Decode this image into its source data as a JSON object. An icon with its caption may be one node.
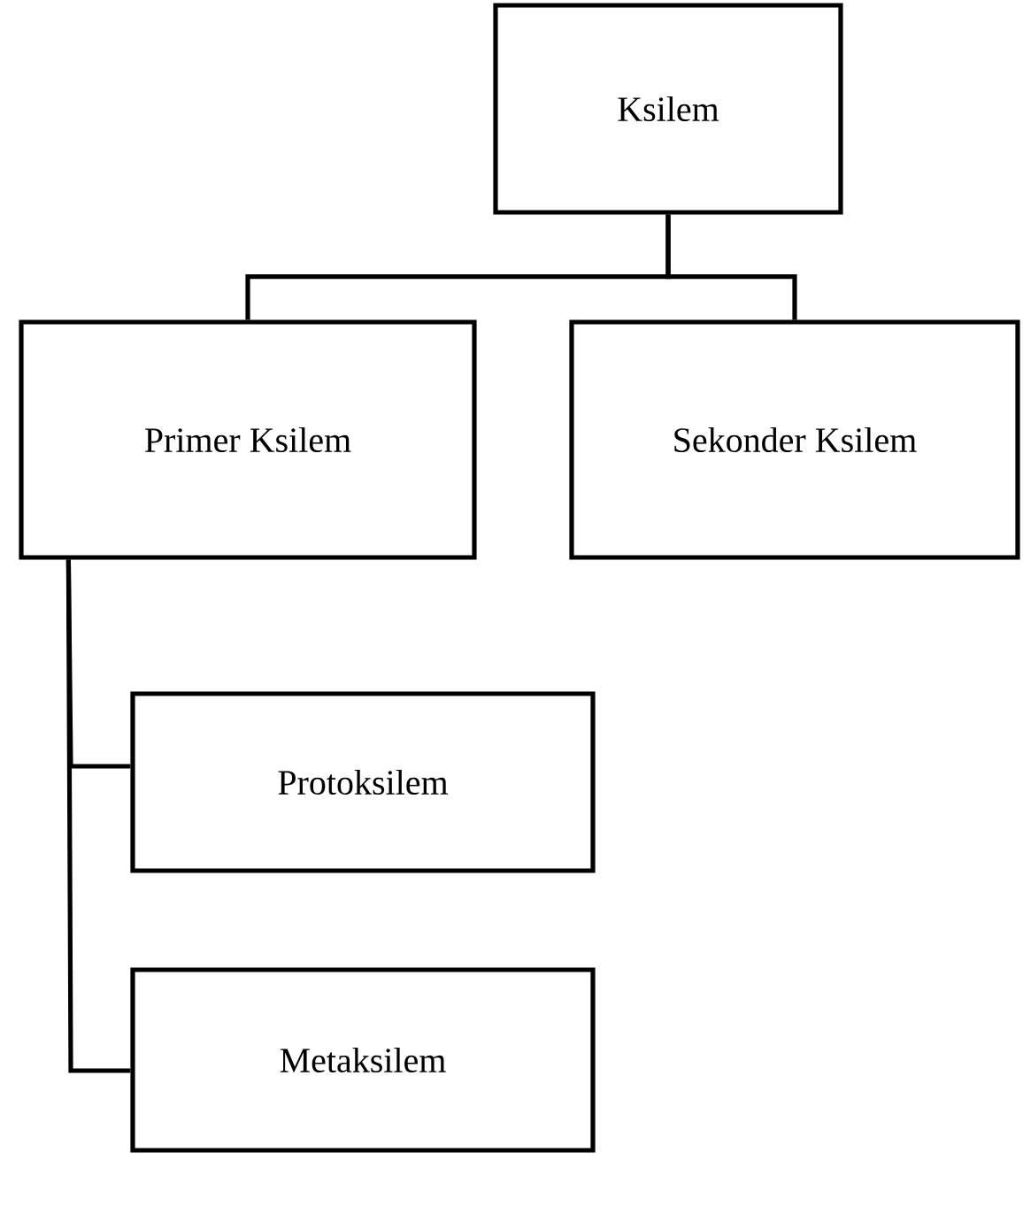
{
  "diagram": {
    "nodes": [
      {
        "text": [
          "Ksilem"
        ]
      },
      {
        "text": [
          "Primer  Ksilem"
        ]
      },
      {
        "text": [
          "Sekonder Ksilem"
        ]
      },
      {
        "text": [
          "Protoksilem"
        ]
      },
      {
        "text": [
          "Metaksilem"
        ]
      }
    ],
    "edges": [
      {
        "from": 0,
        "to": 1,
        "arrow": "none"
      },
      {
        "from": 0,
        "to": 2,
        "arrow": "none"
      },
      {
        "from": 1,
        "to": 3,
        "arrow": "none"
      },
      {
        "from": 1,
        "to": 4,
        "arrow": "none"
      }
    ]
  }
}
